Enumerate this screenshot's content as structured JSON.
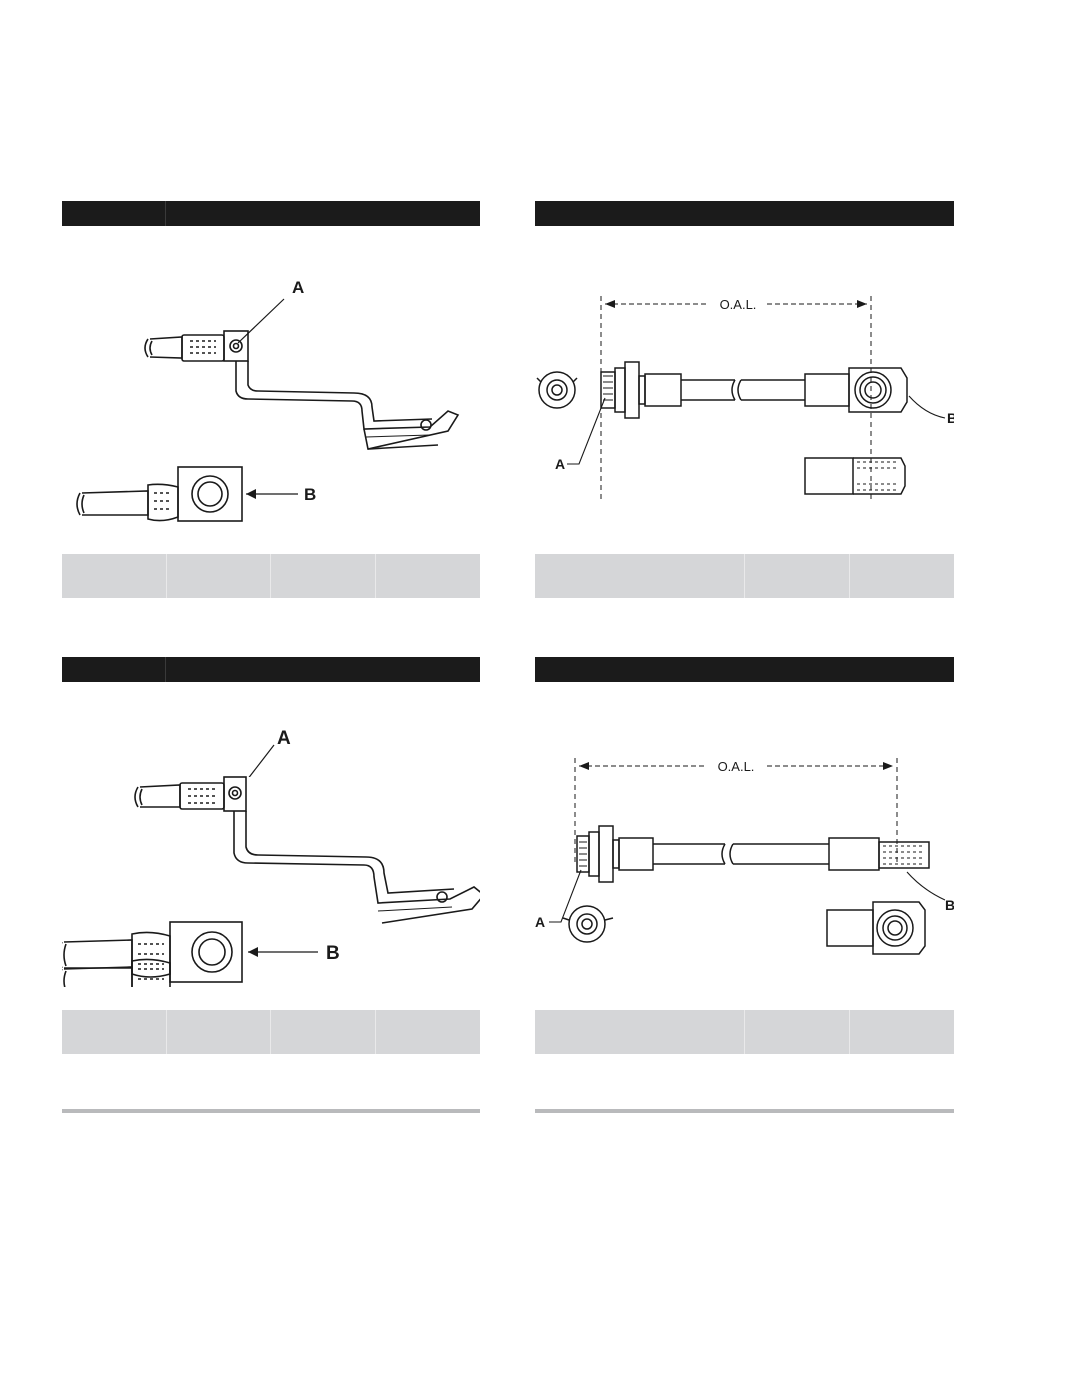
{
  "figures": {
    "top_left": {
      "callouts": [
        "A",
        "B"
      ]
    },
    "top_right": {
      "dimension": "O.A.L.",
      "callouts": [
        "A",
        "B"
      ]
    },
    "bottom_left": {
      "callouts": [
        "A",
        "B"
      ]
    },
    "bottom_right": {
      "dimension": "O.A.L.",
      "callouts": [
        "A",
        "B"
      ]
    }
  },
  "colors": {
    "header_bar": "#1b1b1b",
    "table_band": "#d5d6d8",
    "footer_rule": "#b9babc",
    "line_art": "#1a1a1a"
  }
}
